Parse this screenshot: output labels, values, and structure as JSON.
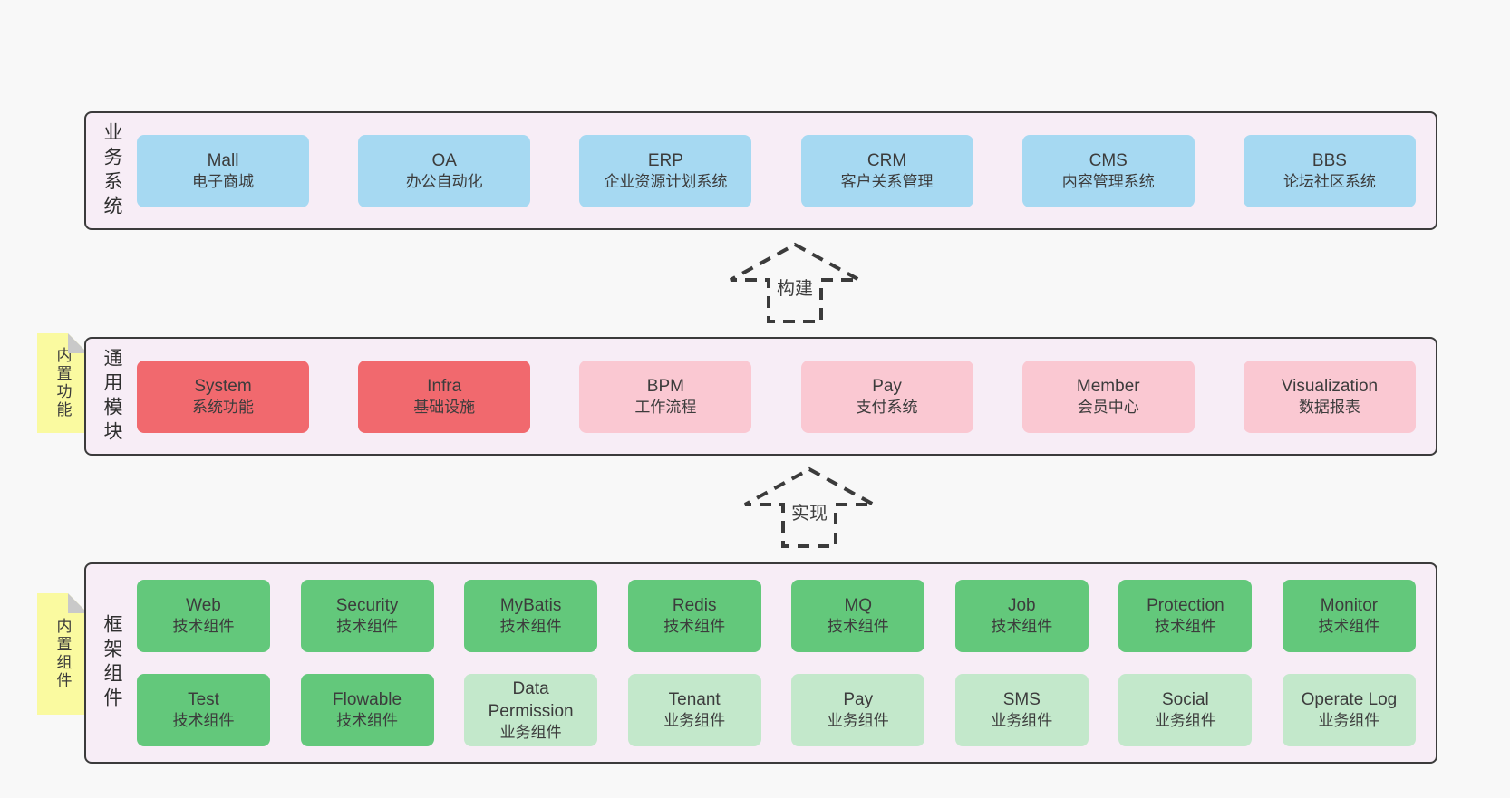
{
  "colors": {
    "blue": "#a6d9f2",
    "red": "#f1696e",
    "pink": "#fac8d2",
    "green": "#63c87b",
    "lightgreen": "#c3e8cb",
    "sticky_yellow": "#fafaa0",
    "panel_pink": "#f7edf6",
    "border_dark": "#3b3b3b"
  },
  "arrows": [
    {
      "label": "构建"
    },
    {
      "label": "实现"
    }
  ],
  "layers": [
    {
      "label": "业务系统",
      "sticky": null,
      "rows": [
        [
          {
            "name": "Mall",
            "sub": "电子商城",
            "type": "blue"
          },
          {
            "name": "OA",
            "sub": "办公自动化",
            "type": "blue"
          },
          {
            "name": "ERP",
            "sub": "企业资源计划系统",
            "type": "blue"
          },
          {
            "name": "CRM",
            "sub": "客户关系管理",
            "type": "blue"
          },
          {
            "name": "CMS",
            "sub": "内容管理系统",
            "type": "blue"
          },
          {
            "name": "BBS",
            "sub": "论坛社区系统",
            "type": "blue"
          }
        ]
      ]
    },
    {
      "label": "通用模块",
      "sticky": "内置功能",
      "rows": [
        [
          {
            "name": "System",
            "sub": "系统功能",
            "type": "red"
          },
          {
            "name": "Infra",
            "sub": "基础设施",
            "type": "red"
          },
          {
            "name": "BPM",
            "sub": "工作流程",
            "type": "pink"
          },
          {
            "name": "Pay",
            "sub": "支付系统",
            "type": "pink"
          },
          {
            "name": "Member",
            "sub": "会员中心",
            "type": "pink"
          },
          {
            "name": "Visualization",
            "sub": "数据报表",
            "type": "pink"
          }
        ]
      ]
    },
    {
      "label": "框架组件",
      "sticky": "内置组件",
      "rows": [
        [
          {
            "name": "Web",
            "sub": "技术组件",
            "type": "green"
          },
          {
            "name": "Security",
            "sub": "技术组件",
            "type": "green"
          },
          {
            "name": "MyBatis",
            "sub": "技术组件",
            "type": "green"
          },
          {
            "name": "Redis",
            "sub": "技术组件",
            "type": "green"
          },
          {
            "name": "MQ",
            "sub": "技术组件",
            "type": "green"
          },
          {
            "name": "Job",
            "sub": "技术组件",
            "type": "green"
          },
          {
            "name": "Protection",
            "sub": "技术组件",
            "type": "green"
          },
          {
            "name": "Monitor",
            "sub": "技术组件",
            "type": "green"
          }
        ],
        [
          {
            "name": "Test",
            "sub": "技术组件",
            "type": "green"
          },
          {
            "name": "Flowable",
            "sub": "技术组件",
            "type": "green"
          },
          {
            "name": "Data Permission",
            "sub": "业务组件",
            "type": "lightgreen"
          },
          {
            "name": "Tenant",
            "sub": "业务组件",
            "type": "lightgreen"
          },
          {
            "name": "Pay",
            "sub": "业务组件",
            "type": "lightgreen"
          },
          {
            "name": "SMS",
            "sub": "业务组件",
            "type": "lightgreen"
          },
          {
            "name": "Social",
            "sub": "业务组件",
            "type": "lightgreen"
          },
          {
            "name": "Operate Log",
            "sub": "业务组件",
            "type": "lightgreen"
          }
        ]
      ]
    }
  ]
}
